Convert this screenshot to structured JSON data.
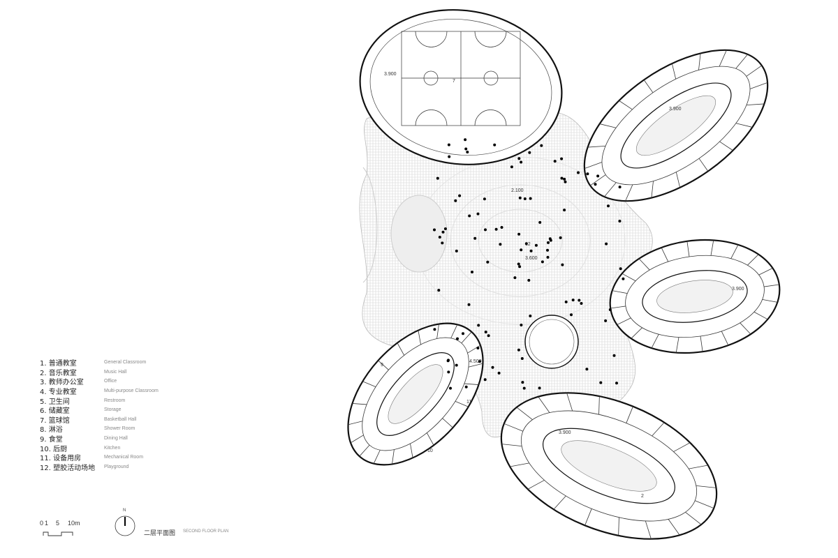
{
  "legend": [
    {
      "cn": "1. 普通教室",
      "en": "General Classroom"
    },
    {
      "cn": "2. 音乐教室",
      "en": "Music Hall"
    },
    {
      "cn": "3. 教师办公室",
      "en": "Office"
    },
    {
      "cn": "4. 专业教室",
      "en": "Multi-purpose Classroom"
    },
    {
      "cn": "5. 卫生间",
      "en": "Restroom"
    },
    {
      "cn": "6. 储藏室",
      "en": "Storage"
    },
    {
      "cn": "7. 篮球馆",
      "en": "Basketball Hall"
    },
    {
      "cn": "8. 淋浴",
      "en": "Shower Room"
    },
    {
      "cn": "9. 食堂",
      "en": "Dining Hall"
    },
    {
      "cn": "10. 后厨",
      "en": "Kitchen"
    },
    {
      "cn": "11. 设备用房",
      "en": "Mechanical Room"
    },
    {
      "cn": "12. 塑胶活动场地",
      "en": "Playground"
    }
  ],
  "scale": {
    "t0": "0",
    "t1": "1",
    "t5": "5",
    "t10": "10m"
  },
  "north": "N",
  "title": {
    "cn": "二层平面图",
    "en": "SECOND FLOOR PLAN"
  },
  "plan_labels": {
    "elev_gym": "3.900",
    "elev_ne": "3.900",
    "elev_e": "3.900",
    "elev_se": "3.900",
    "elev_center": "3.600",
    "elev_entry": "2.100",
    "elev_sw": "4.500",
    "room_gym": "7",
    "room_play": "12",
    "room_dining": "9",
    "room_kitchen": "10",
    "room_mech": "11",
    "room_music": "2"
  },
  "colors": {
    "line": "#111111",
    "hatch": "#cfcfcf",
    "column": "#000000"
  }
}
